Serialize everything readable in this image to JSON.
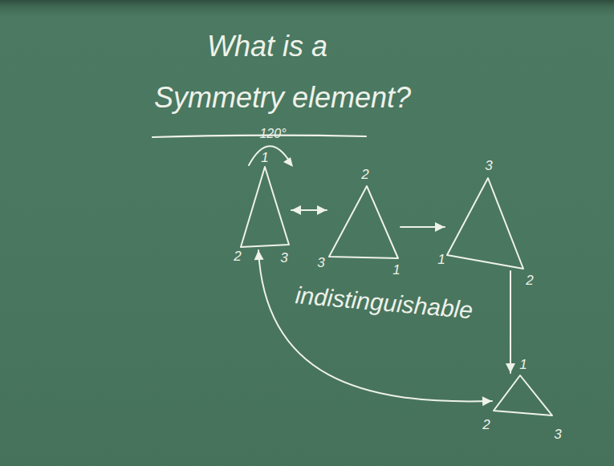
{
  "diagram": {
    "title": "What is a Symmetry element?",
    "nodes": [
      {
        "text": [
          "1",
          "2",
          "3"
        ]
      },
      {
        "text": [
          "2",
          "3",
          "1"
        ]
      },
      {
        "text": [
          "3",
          "1",
          "2"
        ]
      },
      {
        "text": [
          "1",
          "2",
          "3"
        ]
      }
    ],
    "edges": [
      {
        "from": 0,
        "to": 1,
        "arrow": "both"
      },
      {
        "from": 1,
        "to": 2,
        "arrow": "to"
      },
      {
        "from": 2,
        "to": 3,
        "arrow": "to"
      },
      {
        "from": 0,
        "to": 3,
        "arrow": "both"
      }
    ],
    "labels": [
      "120°",
      "indistinguishable"
    ]
  }
}
